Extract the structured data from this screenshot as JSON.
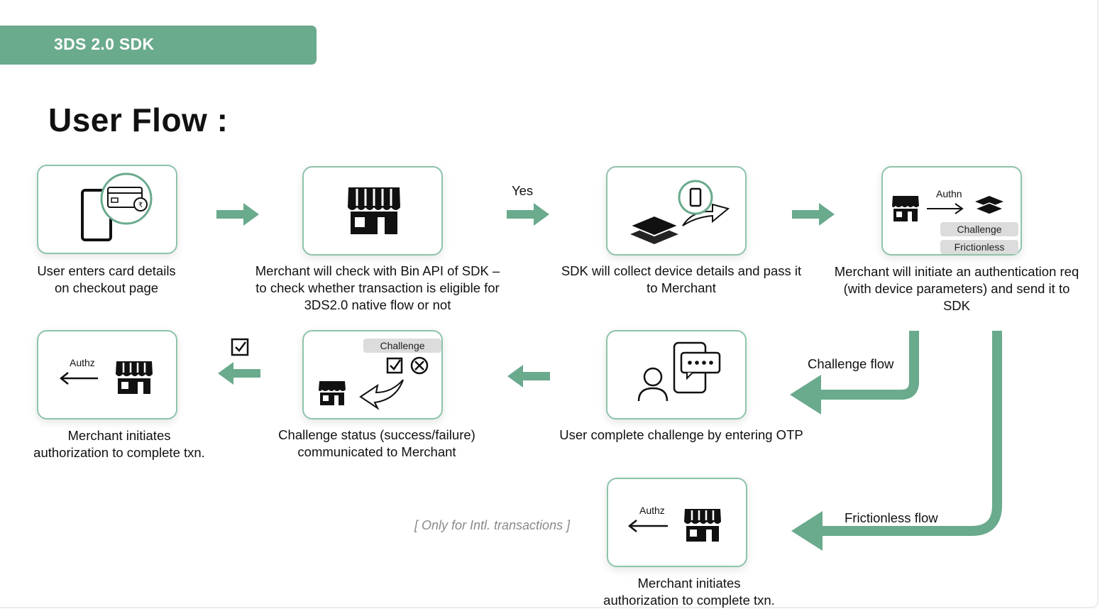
{
  "header": {
    "section_label": "3DS 2.0 SDK",
    "title": "User Flow :"
  },
  "steps": [
    {
      "caption_lines": [
        "User enters card details",
        "on checkout page"
      ]
    },
    {
      "caption_lines": [
        "Merchant will check with Bin API of SDK –",
        "to check whether transaction is eligible for",
        "3DS2.0 native flow or not"
      ]
    },
    {
      "caption_lines": [
        "SDK will collect device details and pass it",
        "to Merchant"
      ]
    },
    {
      "caption_lines": [
        "Merchant will initiate an authentication req",
        "(with device parameters) and send it to",
        "SDK"
      ],
      "authn_label": "Authn",
      "pill_challenge": "Challenge",
      "pill_frictionless": "Frictionless"
    },
    {
      "caption_lines": [
        "User complete challenge by entering OTP"
      ]
    },
    {
      "caption_lines": [
        "Challenge status (success/failure)",
        "communicated to Merchant"
      ],
      "pill_challenge": "Challenge"
    },
    {
      "caption_lines": [
        "Merchant initiates",
        "authorization to complete txn."
      ],
      "authz_label": "Authz"
    },
    {
      "caption_lines": [
        "Merchant initiates",
        "authorization to complete txn."
      ],
      "authz_label": "Authz"
    }
  ],
  "connector_labels": {
    "yes": "Yes",
    "challenge_flow": "Challenge flow",
    "frictionless_flow": "Frictionless flow"
  },
  "notes": {
    "intl_only": "[ Only for Intl. transactions ]"
  },
  "colors": {
    "accent": "#6aaa8d",
    "box_border": "#8ec3aa",
    "pill": "#dcdcdc",
    "note": "#8a8a8a"
  },
  "icons": [
    "phone-card-icon",
    "store-icon",
    "layers-device-icon",
    "auth-request-icon",
    "user-otp-icon",
    "challenge-status-icon",
    "authorization-icon",
    "checkbox-icon"
  ]
}
